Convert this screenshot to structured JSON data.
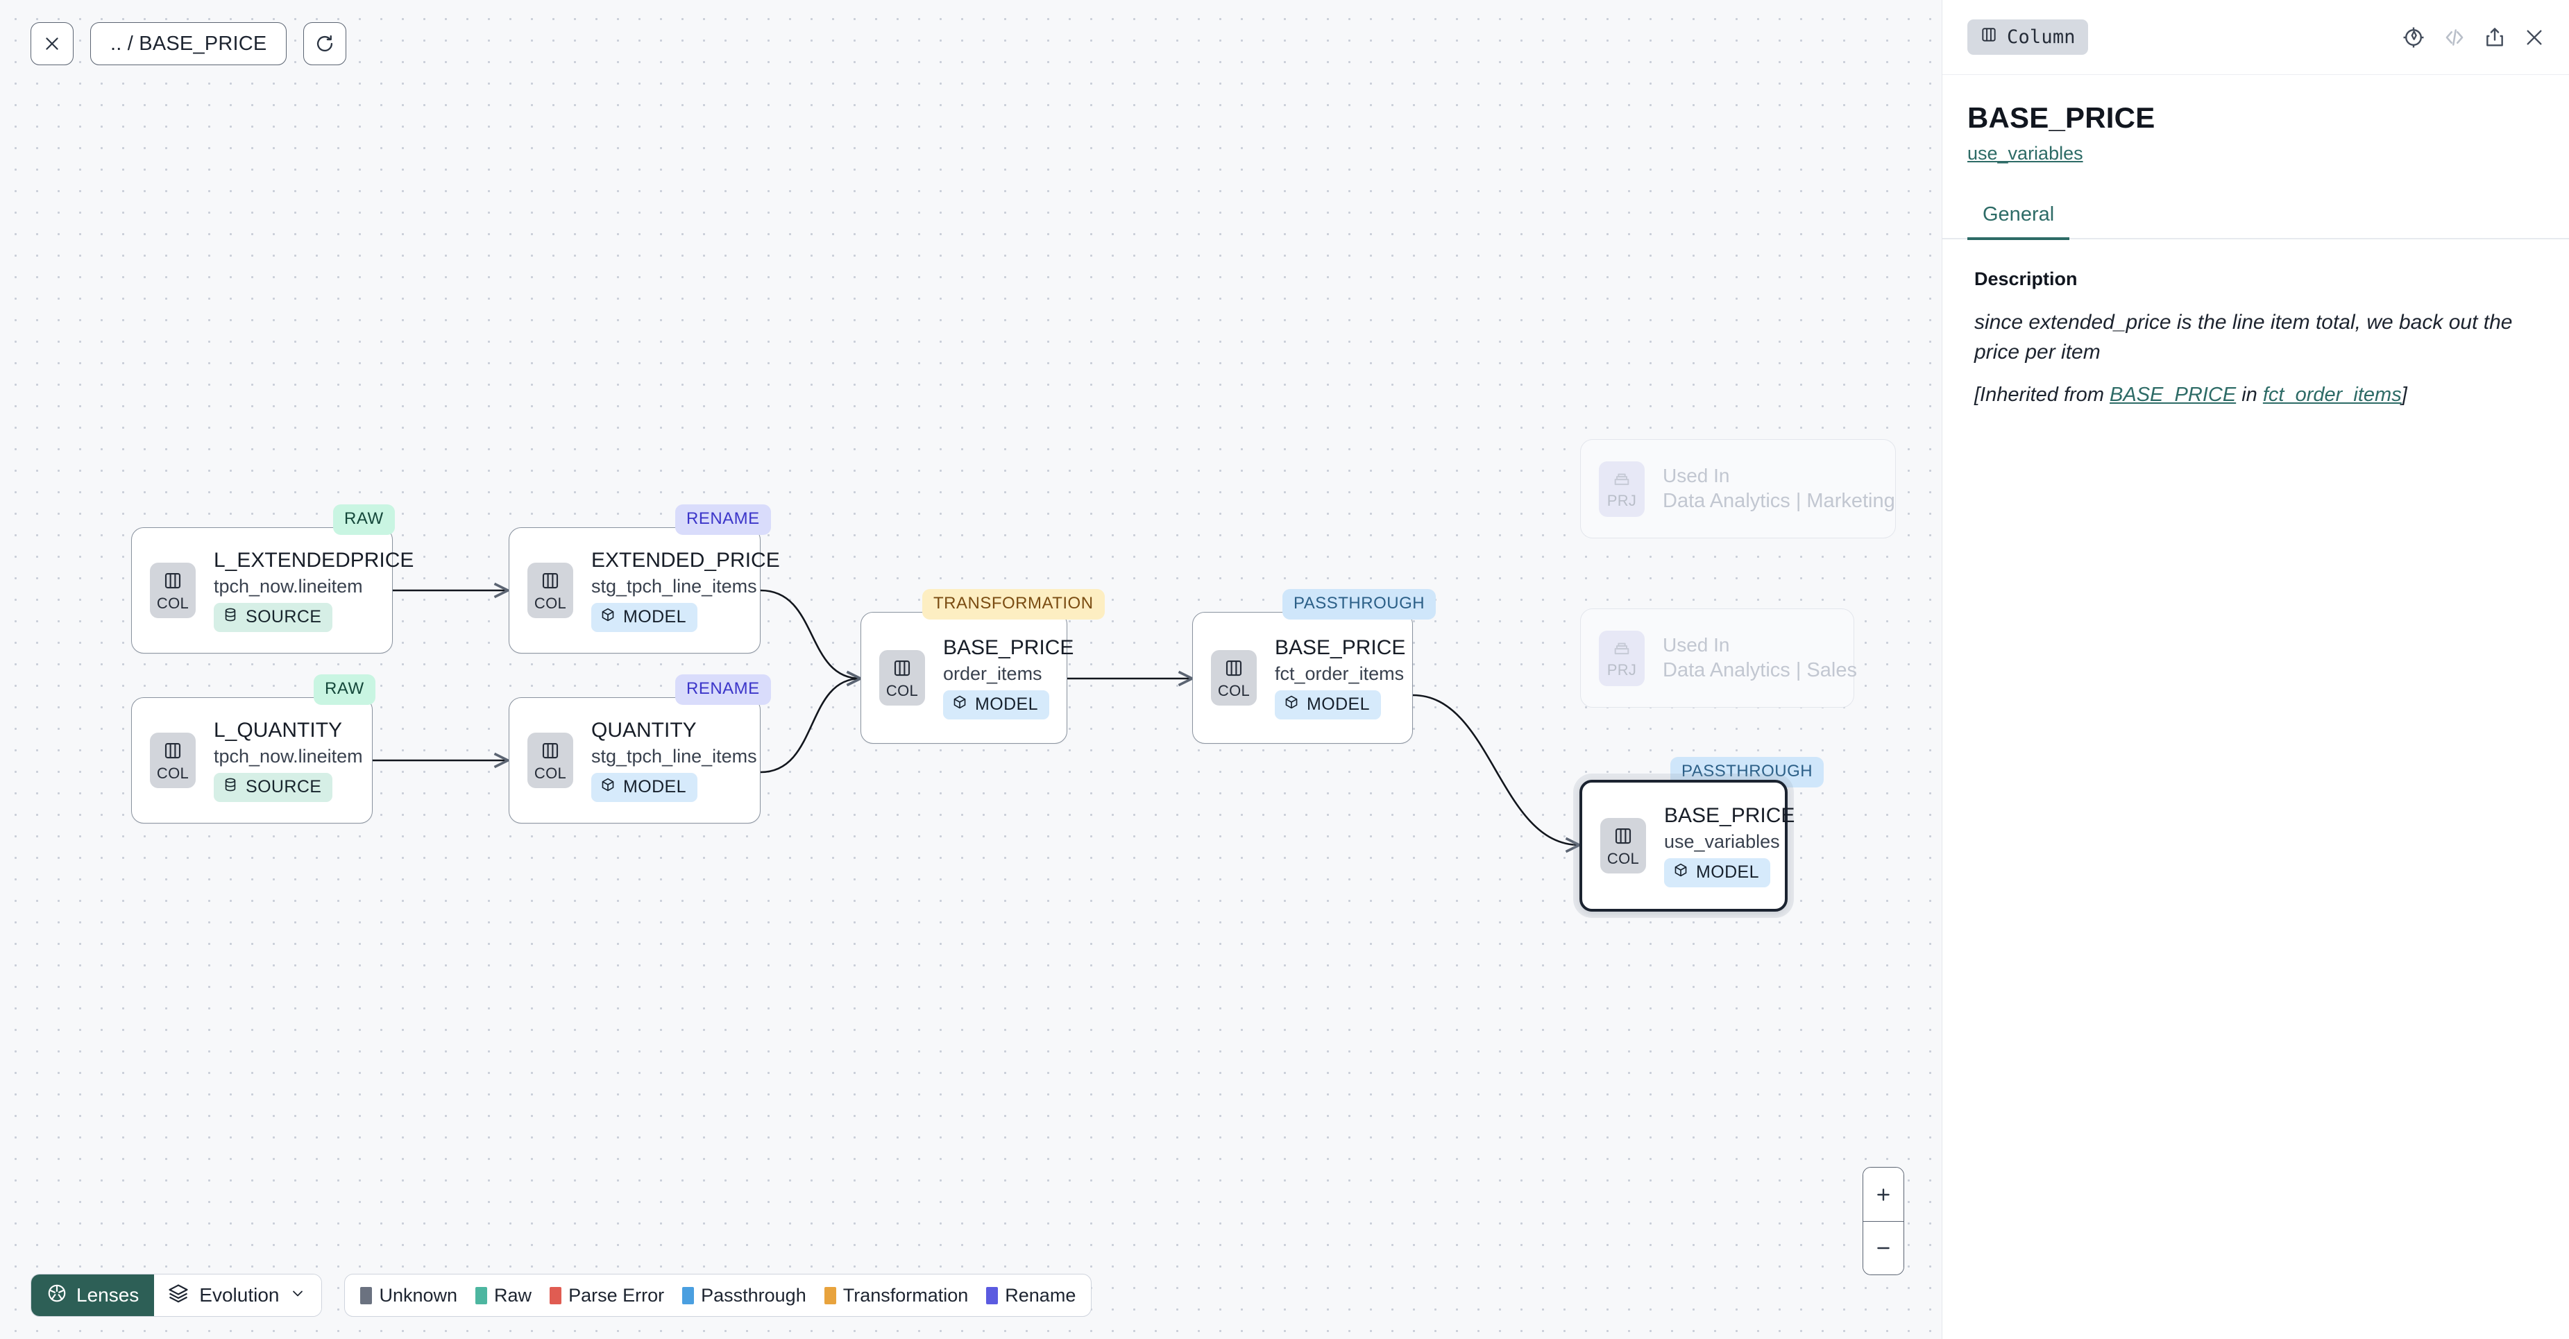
{
  "toolbar": {
    "close_icon": "close-icon",
    "breadcrumb": ".. / BASE_PRICE",
    "refresh_icon": "refresh-icon"
  },
  "graph": {
    "nodes": [
      {
        "id": "l_extendedprice",
        "tag": "RAW",
        "tag_kind": "raw",
        "kind": "COL",
        "title": "L_EXTENDEDPRICE",
        "subtitle": "tpch_now.lineitem",
        "pill": "SOURCE",
        "pill_kind": "source",
        "selected": false
      },
      {
        "id": "l_quantity",
        "tag": "RAW",
        "tag_kind": "raw",
        "kind": "COL",
        "title": "L_QUANTITY",
        "subtitle": "tpch_now.lineitem",
        "pill": "SOURCE",
        "pill_kind": "source",
        "selected": false
      },
      {
        "id": "extended_price",
        "tag": "RENAME",
        "tag_kind": "rename",
        "kind": "COL",
        "title": "EXTENDED_PRICE",
        "subtitle": "stg_tpch_line_items",
        "pill": "MODEL",
        "pill_kind": "model",
        "selected": false
      },
      {
        "id": "quantity",
        "tag": "RENAME",
        "tag_kind": "rename",
        "kind": "COL",
        "title": "QUANTITY",
        "subtitle": "stg_tpch_line_items",
        "pill": "MODEL",
        "pill_kind": "model",
        "selected": false
      },
      {
        "id": "base_price_order_items",
        "tag": "TRANSFORMATION",
        "tag_kind": "transform",
        "kind": "COL",
        "title": "BASE_PRICE",
        "subtitle": "order_items",
        "pill": "MODEL",
        "pill_kind": "model",
        "selected": false
      },
      {
        "id": "base_price_fct_order_items",
        "tag": "PASSTHROUGH",
        "tag_kind": "passthru",
        "kind": "COL",
        "title": "BASE_PRICE",
        "subtitle": "fct_order_items",
        "pill": "MODEL",
        "pill_kind": "model",
        "selected": false
      },
      {
        "id": "base_price_use_variables",
        "tag": "PASSTHROUGH",
        "tag_kind": "passthru",
        "kind": "COL",
        "title": "BASE_PRICE",
        "subtitle": "use_variables",
        "pill": "MODEL",
        "pill_kind": "model",
        "selected": true
      }
    ],
    "ghost_nodes": [
      {
        "id": "used-in-marketing",
        "kind": "PRJ",
        "title": "Used In",
        "subtitle": "Data Analytics | Marketing"
      },
      {
        "id": "used-in-sales",
        "kind": "PRJ",
        "title": "Used In",
        "subtitle": "Data Analytics | Sales"
      }
    ]
  },
  "zoom_controls": {
    "zoom_in": "+",
    "zoom_out": "−"
  },
  "bottom_bar": {
    "lenses_label": "Lenses",
    "evolution_label": "Evolution",
    "legend": [
      {
        "label": "Unknown",
        "color": "#6b7280"
      },
      {
        "label": "Raw",
        "color": "#4db6a0"
      },
      {
        "label": "Parse Error",
        "color": "#e05c52"
      },
      {
        "label": "Passthrough",
        "color": "#4a9fe0"
      },
      {
        "label": "Transformation",
        "color": "#e8a33d"
      },
      {
        "label": "Rename",
        "color": "#5b5be0"
      }
    ]
  },
  "panel": {
    "chip_label": "Column",
    "title": "BASE_PRICE",
    "model_link": "use_variables",
    "tabs": [
      {
        "label": "General",
        "active": true
      }
    ],
    "description_label": "Description",
    "description_text": "since extended_price is the line item total, we back out the price per item",
    "inherited": {
      "prefix": "[Inherited from ",
      "column": "BASE_PRICE",
      "middle": " in ",
      "model": "fct_order_items",
      "suffix": "]"
    }
  }
}
